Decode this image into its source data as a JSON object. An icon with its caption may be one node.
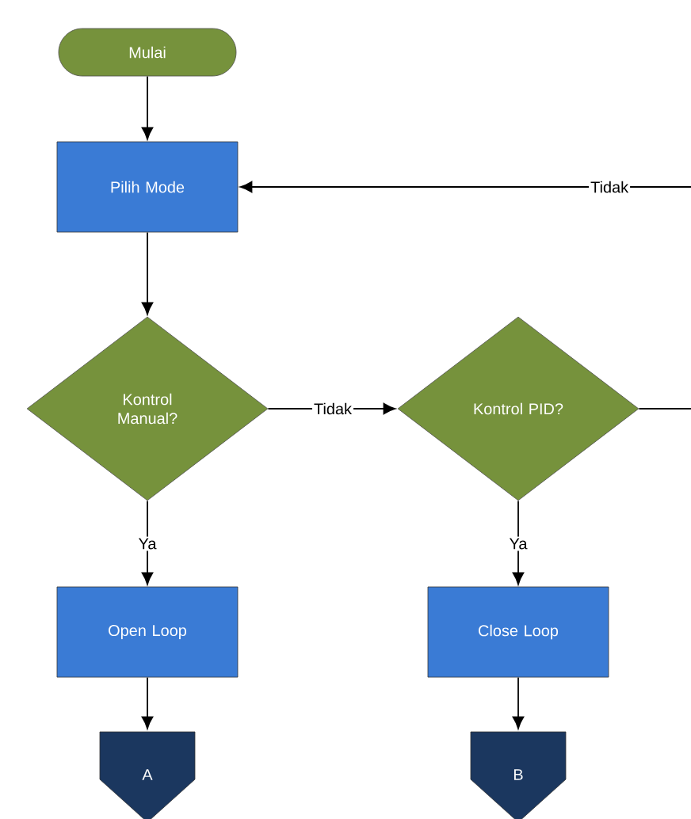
{
  "diagram": {
    "nodes": [
      {
        "text": [
          "Mulai"
        ]
      },
      {
        "text": [
          "Pilih Mode"
        ]
      },
      {
        "text": [
          "Kontrol Manual?"
        ]
      },
      {
        "text": [
          "Kontrol PID?"
        ]
      },
      {
        "text": [
          "Open Loop"
        ]
      },
      {
        "text": [
          "Close Loop"
        ]
      },
      {
        "text": [
          "A"
        ]
      },
      {
        "text": [
          "B"
        ]
      }
    ],
    "edges": [
      {
        "from": 0,
        "to": 1,
        "arrow": "to"
      },
      {
        "from": 1,
        "to": 2,
        "arrow": "to"
      },
      {
        "from": 2,
        "to": 3,
        "arrow": "to",
        "label": "Tidak"
      },
      {
        "from": 2,
        "to": 4,
        "arrow": "to",
        "label": "Ya"
      },
      {
        "from": 3,
        "to": 5,
        "arrow": "to",
        "label": "Ya"
      },
      {
        "from": 4,
        "to": 6,
        "arrow": "to"
      },
      {
        "from": 5,
        "to": 7,
        "arrow": "to"
      },
      {
        "from": 3,
        "to": null,
        "arrow": "none"
      },
      {
        "from": null,
        "to": 1,
        "arrow": "to",
        "label": "Tidak"
      }
    ]
  }
}
